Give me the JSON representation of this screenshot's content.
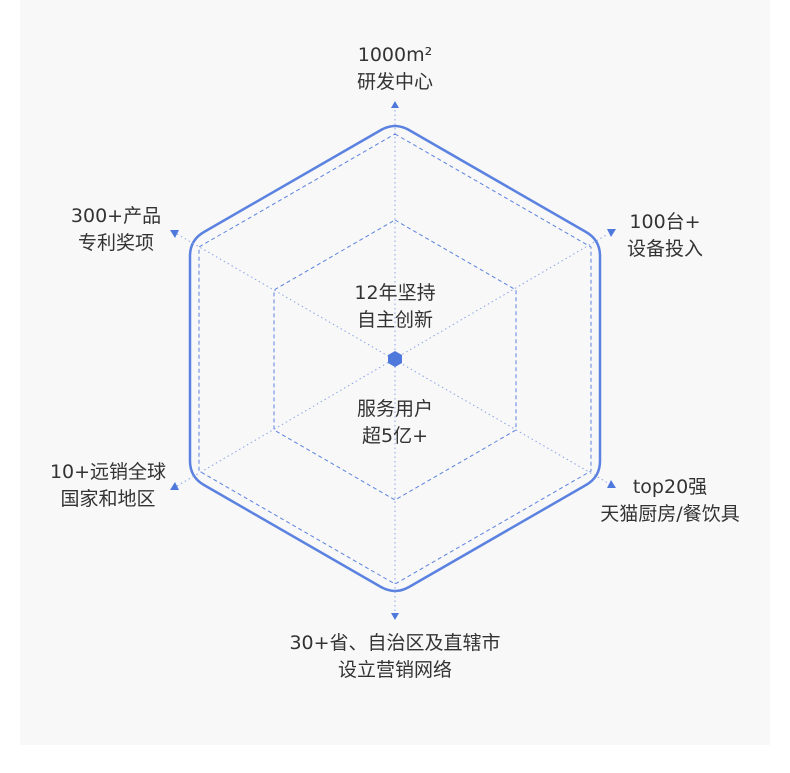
{
  "diagram": {
    "accent_color": "#4f78dd",
    "top": {
      "line1": "1000m²",
      "line2": "研发中心"
    },
    "top_right": {
      "line1": "100台+",
      "line2": "设备投入"
    },
    "bottom_right": {
      "line1": "top20强",
      "line2": "天猫厨房/餐饮具"
    },
    "bottom": {
      "line1": "30+省、自治区及直辖市",
      "line2": "设立营销网络"
    },
    "bottom_left": {
      "line1": "10+远销全球",
      "line2": "国家和地区"
    },
    "top_left": {
      "line1": "300+产品",
      "line2": "专利奖项"
    },
    "center_upper": {
      "line1": "12年坚持",
      "line2": "自主创新"
    },
    "center_lower": {
      "line1": "服务用户",
      "line2": "超5亿+"
    }
  }
}
